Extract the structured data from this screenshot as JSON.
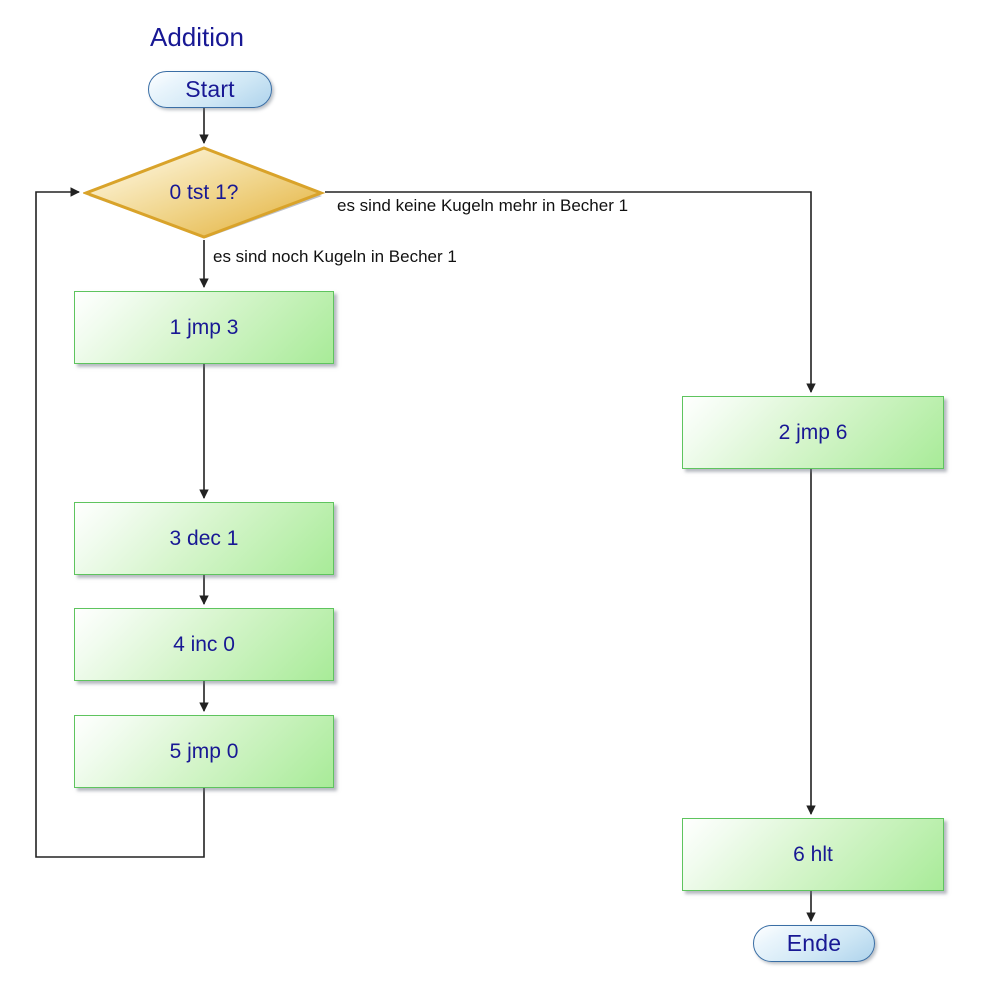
{
  "diagram": {
    "title": "Addition",
    "colors": {
      "text": "#181894",
      "terminator_fill": "#cfe7f5",
      "terminator_border": "#3a6ea5",
      "process_fill": "#a8eb98",
      "process_border": "#5ec45e",
      "decision_fill": "#e9bc46",
      "decision_border": "#d9a32a",
      "edge": "#222222",
      "label_text": "#111111"
    },
    "nodes": [
      {
        "id": "start",
        "type": "terminator",
        "label": "Start"
      },
      {
        "id": "tst",
        "type": "decision",
        "label": "0 tst 1?"
      },
      {
        "id": "jmp3",
        "type": "process",
        "label": "1 jmp 3"
      },
      {
        "id": "dec1",
        "type": "process",
        "label": "3 dec 1"
      },
      {
        "id": "inc0",
        "type": "process",
        "label": "4 inc 0"
      },
      {
        "id": "jmp0",
        "type": "process",
        "label": "5 jmp 0"
      },
      {
        "id": "jmp6",
        "type": "process",
        "label": "2 jmp 6"
      },
      {
        "id": "hlt",
        "type": "process",
        "label": "6 hlt"
      },
      {
        "id": "end",
        "type": "terminator",
        "label": "Ende"
      }
    ],
    "edge_labels": [
      {
        "id": "no-balls",
        "text": "es sind keine Kugeln mehr in Becher 1"
      },
      {
        "id": "has-balls",
        "text": "es sind noch Kugeln in Becher 1"
      }
    ]
  }
}
